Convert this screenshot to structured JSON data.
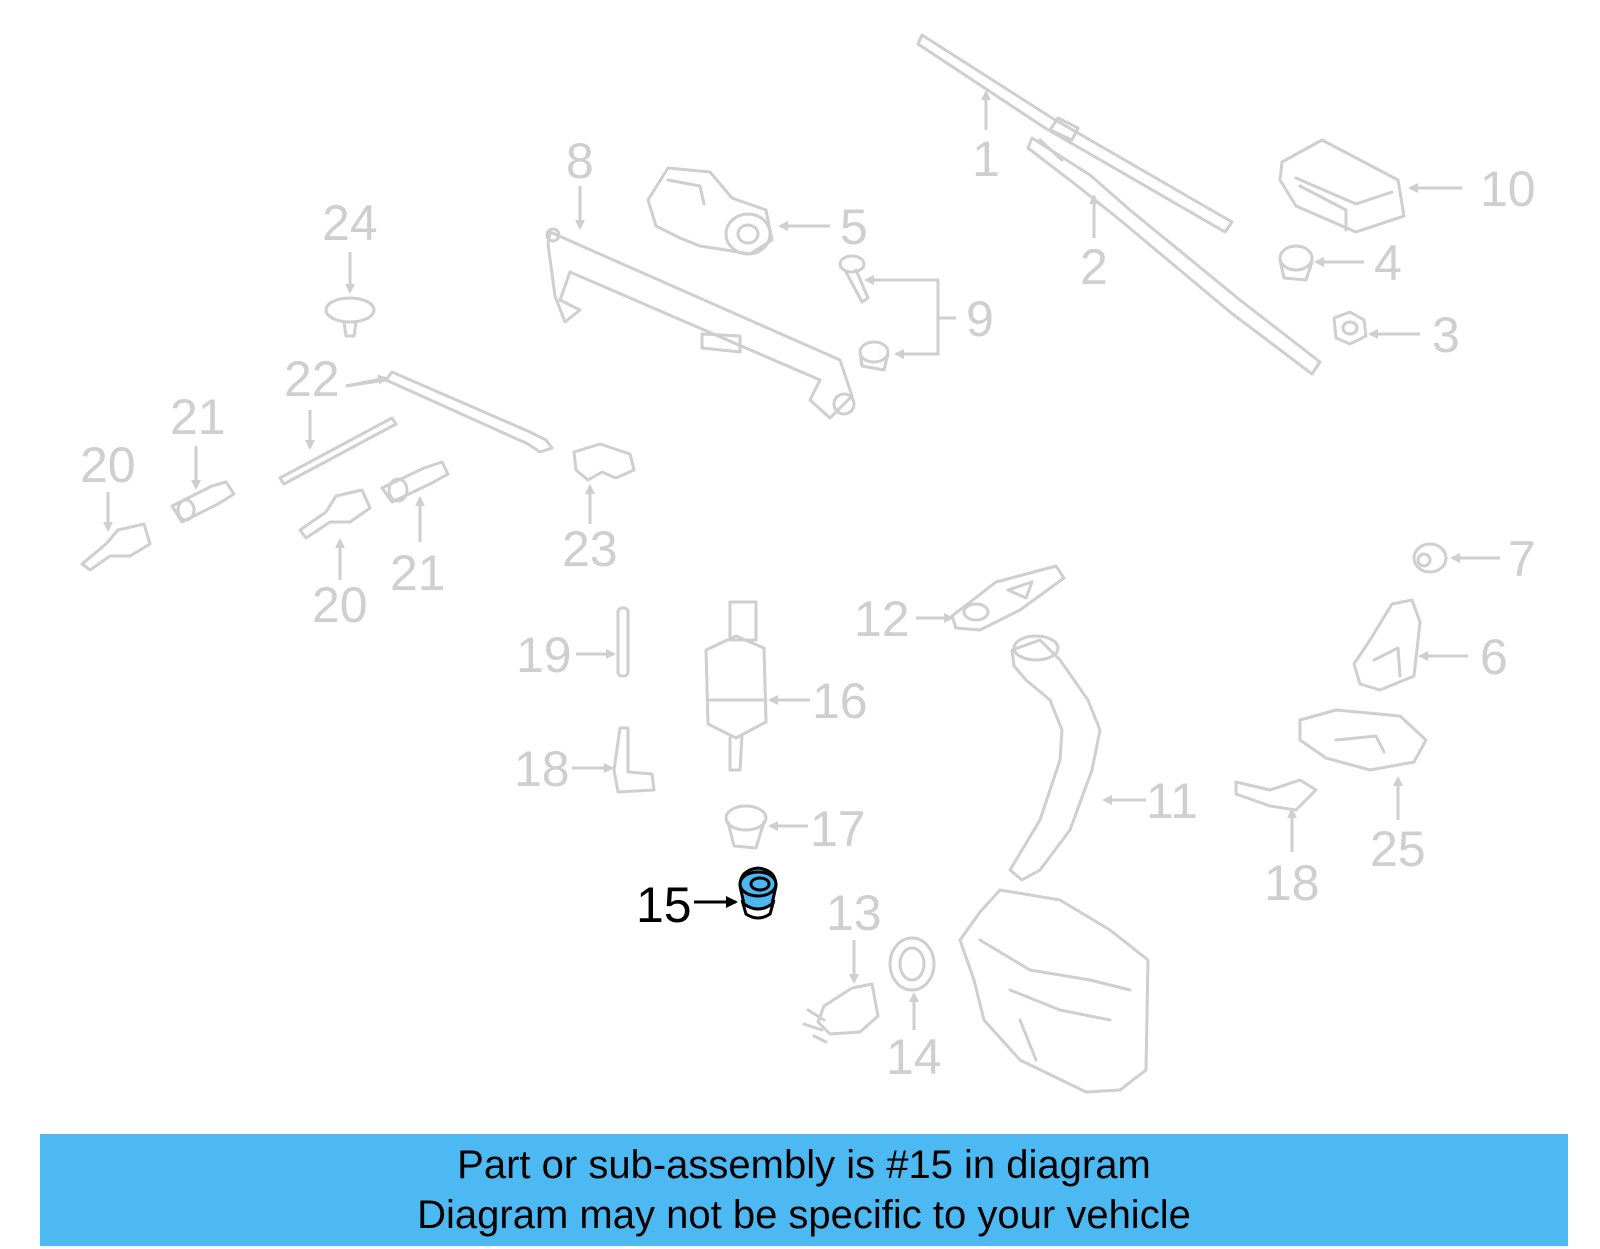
{
  "diagram": {
    "highlight_color": "#4cb9f2",
    "line_color": "#cfcfcf",
    "callouts": {
      "c1": "1",
      "c2": "2",
      "c3": "3",
      "c4": "4",
      "c5": "5",
      "c6": "6",
      "c7": "7",
      "c8": "8",
      "c9": "9",
      "c10": "10",
      "c11": "11",
      "c12": "12",
      "c13": "13",
      "c14": "14",
      "c15": "15",
      "c16": "16",
      "c17": "17",
      "c18a": "18",
      "c18b": "18",
      "c19": "19",
      "c20a": "20",
      "c20b": "20",
      "c21a": "21",
      "c21b": "21",
      "c22": "22",
      "c23": "23",
      "c24": "24",
      "c25": "25"
    }
  },
  "banner": {
    "line1": "Part or sub-assembly is #15 in diagram",
    "line2": "Diagram may not be specific to your vehicle"
  }
}
